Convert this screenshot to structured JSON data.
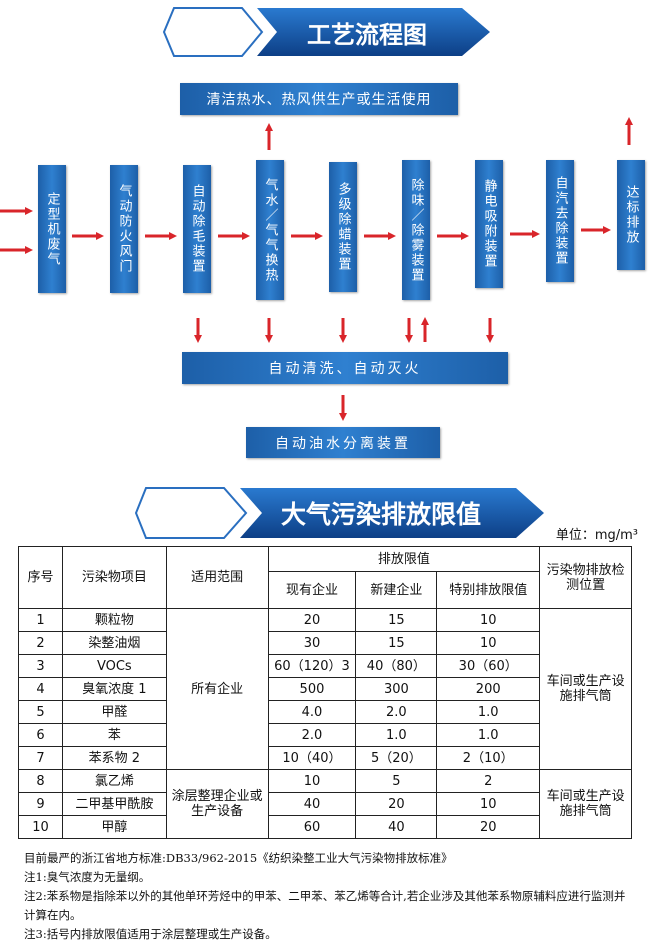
{
  "flow": {
    "title": "工艺流程图",
    "top_box": "清洁热水、热风供生产或生活使用",
    "steps": [
      "定型机废气",
      "气动防火风门",
      "自动除毛装置",
      "气水／气气换热",
      "多级除蜡装置",
      "除味／除雾装置",
      "静电吸附装置",
      "自汽去除装置",
      "达标排放"
    ],
    "wash_box": "自动清洗、自动灭火",
    "separator_box": "自动油水分离装置"
  },
  "limits": {
    "title": "大气污染排放限值",
    "unit": "单位：mg/m³",
    "headers": {
      "no": "序号",
      "item": "污染物项目",
      "scope": "适用范围",
      "limit_group": "排放限值",
      "existing": "现有企业",
      "new": "新建企业",
      "special": "特别排放限值",
      "location": "污染物排放检测位置"
    },
    "rows": [
      {
        "no": "1",
        "item": "颗粒物",
        "existing": "20",
        "new": "15",
        "special": "10"
      },
      {
        "no": "2",
        "item": "染整油烟",
        "existing": "30",
        "new": "15",
        "special": "10"
      },
      {
        "no": "3",
        "item": "VOCs",
        "existing": "60（120）3",
        "new": "40（80）",
        "special": "30（60）"
      },
      {
        "no": "4",
        "item": "臭氧浓度 1",
        "existing": "500",
        "new": "300",
        "special": "200"
      },
      {
        "no": "5",
        "item": "甲醛",
        "existing": "4.0",
        "new": "2.0",
        "special": "1.0"
      },
      {
        "no": "6",
        "item": "苯",
        "existing": "2.0",
        "new": "1.0",
        "special": "1.0"
      },
      {
        "no": "7",
        "item": "苯系物 2",
        "existing": "10（40）",
        "new": "5（20）",
        "special": "2（10）"
      },
      {
        "no": "8",
        "item": "氯乙烯",
        "existing": "10",
        "new": "5",
        "special": "2"
      },
      {
        "no": "9",
        "item": "二甲基甲酰胺",
        "existing": "40",
        "new": "20",
        "special": "10"
      },
      {
        "no": "10",
        "item": "甲醇",
        "existing": "60",
        "new": "40",
        "special": "20"
      }
    ],
    "scope_a": "所有企业",
    "scope_b": "涂层整理企业或生产设备",
    "location_a": "车间或生产设施排气筒",
    "location_b": "车间或生产设施排气筒"
  },
  "notes": [
    "目前最严的浙江省地方标准:DB33/962-2015《纺织染整工业大气污染物排放标准》",
    "注1:臭气浓度为无量纲。",
    "注2:苯系物是指除苯以外的其他单环芳烃中的甲苯、二甲苯、苯乙烯等合计,若企业涉及其他苯系物原辅料应进行监测并计算在内。",
    "注3:括号内排放限值适用于涂层整理或生产设备。"
  ]
}
